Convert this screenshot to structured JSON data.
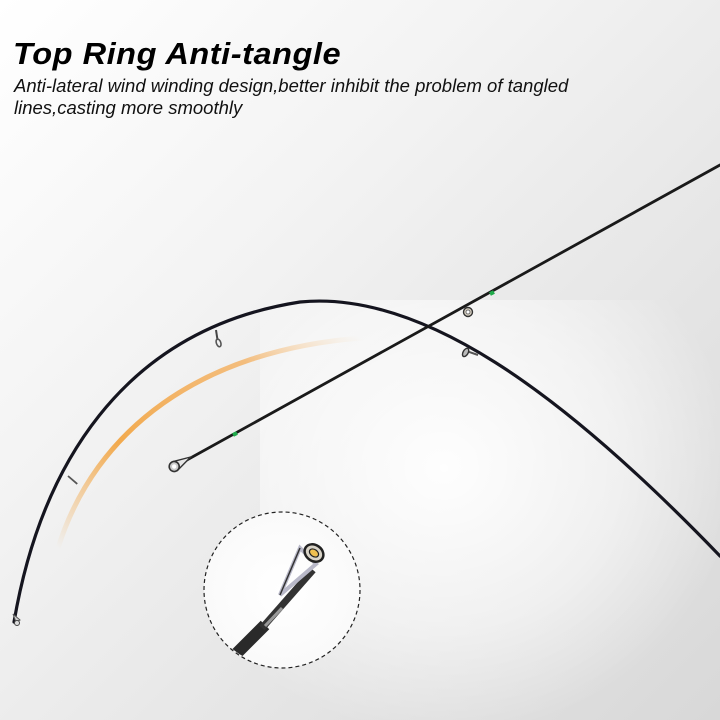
{
  "header": {
    "title": "Top Ring Anti-tangle",
    "description": "Anti-lateral wind winding design,better inhibit the problem of tangled lines,casting more smoothly"
  },
  "illustration": {
    "subject": "fishing-rod-tips",
    "elements": [
      "bent-rod",
      "straight-rod",
      "motion-arc",
      "top-ring-detail-inset"
    ],
    "colors": {
      "rod": "#15151f",
      "motion_arc": "#f2a23c",
      "thread_accent": "#1faa4a",
      "inset_border": "#222222",
      "background": "#eeeeee"
    }
  }
}
